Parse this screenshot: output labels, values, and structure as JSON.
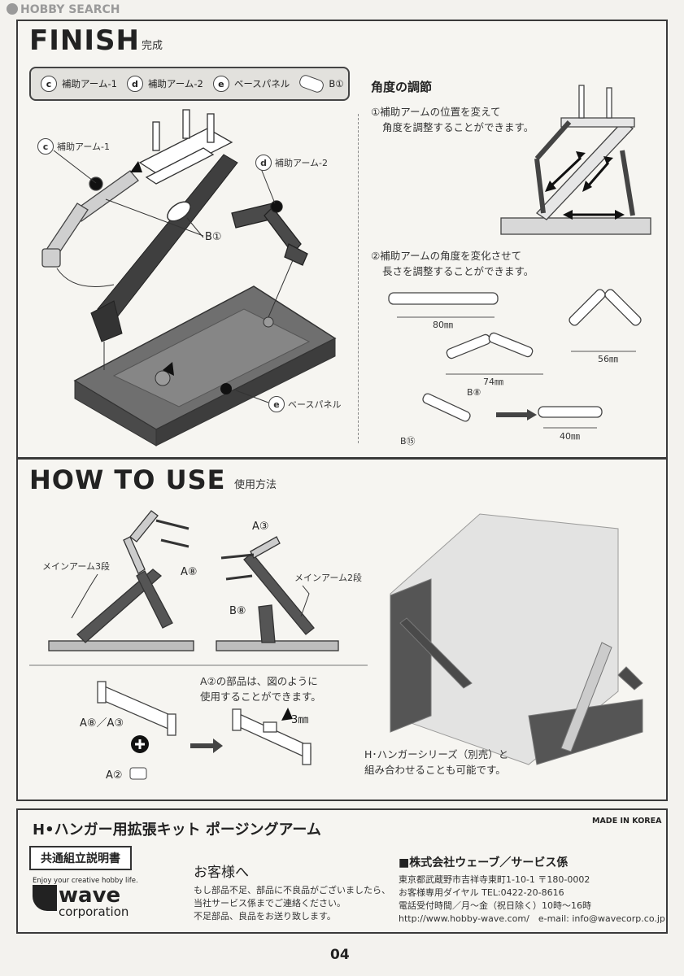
{
  "watermark": "HOBBY SEARCH",
  "finish": {
    "title": "FINISH",
    "subtitle": "完成",
    "legend": [
      {
        "key": "c",
        "label": "補助アーム-1"
      },
      {
        "key": "d",
        "label": "補助アーム-2"
      },
      {
        "key": "e",
        "label": "ベースパネル"
      },
      {
        "key": "",
        "label": "B①"
      }
    ],
    "callouts": {
      "c": "補助アーム-1",
      "d": "補助アーム-2",
      "b": "B①",
      "e": "ベースパネル"
    },
    "angle": {
      "heading": "角度の調節",
      "line1": "①補助アームの位置を変えて",
      "line2": "角度を調整することができます。",
      "line3": "②補助アームの角度を変化させて",
      "line4": "長さを調整することができます。",
      "len80": "80㎜",
      "len74": "74㎜",
      "len56": "56㎜",
      "len40": "40㎜",
      "b8": "B⑧",
      "b15": "B⑮"
    }
  },
  "howto": {
    "title": "HOW TO USE",
    "subtitle": "使用方法",
    "main3": "メインアーム3段",
    "main2": "メインアーム2段",
    "a8": "A⑧",
    "a3": "A③",
    "b8": "B⑧",
    "a2_line1": "A②の部品は、図のように",
    "a2_line2": "使用することができます。",
    "a8a3": "A⑧／A③",
    "a2": "A②",
    "mm3": "3㎜",
    "hanger_line1": "H･ハンガーシリーズ（別売）と",
    "hanger_line2": "組み合わせることも可能です。"
  },
  "footer": {
    "product": "H•ハンガー用拡張キット ポージングアーム",
    "made_in": "MADE IN KOREA",
    "manual": "共通組立説明書",
    "tagline": "Enjoy your creative hobby life.",
    "logo_wave": "wave",
    "logo_corp": "corporation",
    "customer_title": "お客様へ",
    "customer_1": "もし部品不足、部品に不良品がございましたら、",
    "customer_2": "当社サービス係までご連絡ください。",
    "customer_3": "不足部品、良品をお送り致します。",
    "company": "■株式会社ウェーブ／サービス係",
    "addr": "東京都武蔵野市吉祥寺東町1-10-1 〒180-0002",
    "tel": "お客様専用ダイヤル TEL:0422-20-8616",
    "hours": "電話受付時間／月～金（祝日除く）10時～16時",
    "web": "http://www.hobby-wave.com/　e-mail: info@wavecorp.co.jp"
  },
  "page_number": "04"
}
